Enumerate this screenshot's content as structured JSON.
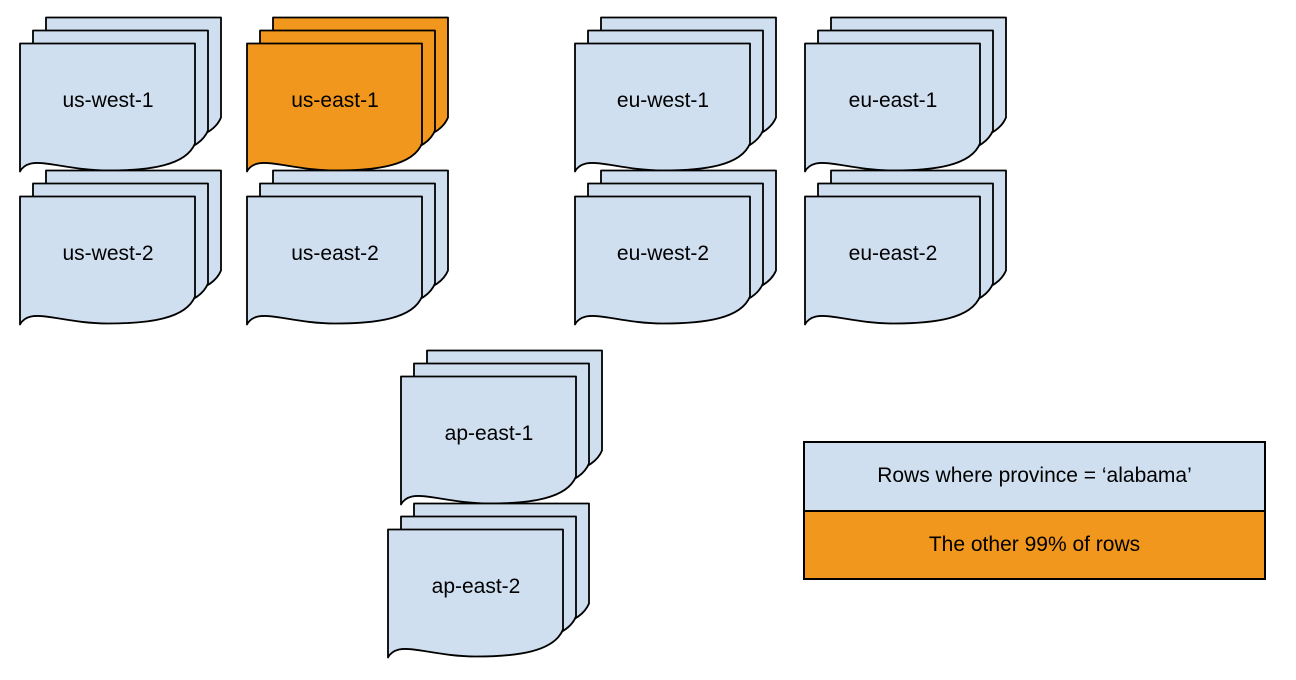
{
  "diagram": {
    "title": "regions-partition-diagram",
    "stacks": [
      {
        "label": "us-west-1",
        "color": "#CFDFF0",
        "highlighted": false
      },
      {
        "label": "us-east-1",
        "color": "#F2971D",
        "highlighted": true
      },
      {
        "label": "eu-west-1",
        "color": "#CFDFF0",
        "highlighted": false
      },
      {
        "label": "eu-east-1",
        "color": "#CFDFF0",
        "highlighted": false
      },
      {
        "label": "us-west-2",
        "color": "#CFDFF0",
        "highlighted": false
      },
      {
        "label": "us-east-2",
        "color": "#CFDFF0",
        "highlighted": false
      },
      {
        "label": "eu-west-2",
        "color": "#CFDFF0",
        "highlighted": false
      },
      {
        "label": "eu-east-2",
        "color": "#CFDFF0",
        "highlighted": false
      },
      {
        "label": "ap-east-1",
        "color": "#CFDFF0",
        "highlighted": false
      },
      {
        "label": "ap-east-2",
        "color": "#CFDFF0",
        "highlighted": false
      }
    ],
    "legend": {
      "rows": [
        {
          "label": "Rows where province = ‘alabama’",
          "color": "#CFDFF0"
        },
        {
          "label": "The other 99% of rows",
          "color": "#F2971D"
        }
      ]
    },
    "colors": {
      "doc_blue": "#CFDFF0",
      "doc_orange": "#F2971D",
      "stroke": "#000000",
      "background": "#FFFFFF"
    }
  }
}
